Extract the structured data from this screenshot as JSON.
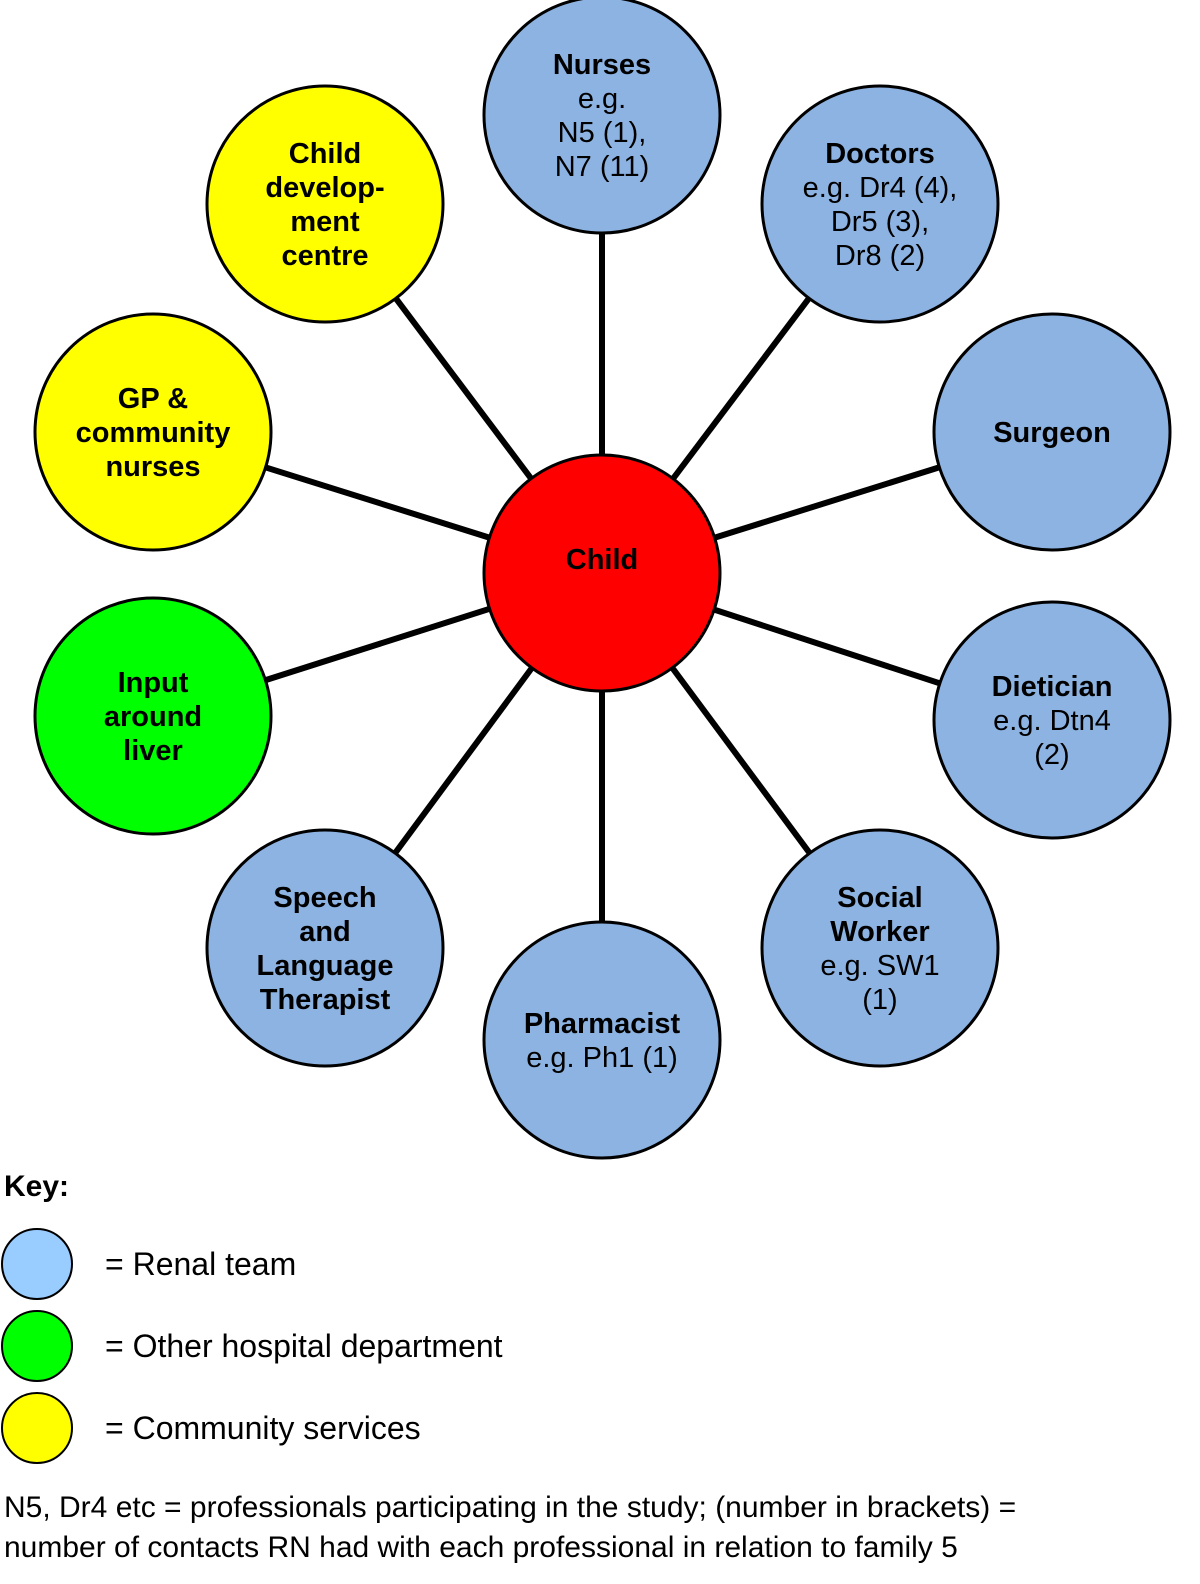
{
  "colors": {
    "renal": "#8db3e2",
    "other_hospital": "#00ff00",
    "community": "#ffff00",
    "child": "#ff0000",
    "key_renal_swatch": "#99ccff"
  },
  "center": {
    "label": "Child"
  },
  "nodes": [
    {
      "id": "nurses",
      "group": "renal",
      "lines": [
        {
          "text": "Nurses",
          "bold": true
        },
        {
          "text": "e.g.",
          "bold": false
        },
        {
          "text": "N5 (1),",
          "bold": false
        },
        {
          "text": "N7 (11)",
          "bold": false
        }
      ]
    },
    {
      "id": "doctors",
      "group": "renal",
      "lines": [
        {
          "text": "Doctors",
          "bold": true
        },
        {
          "text": "e.g. Dr4 (4),",
          "bold": false
        },
        {
          "text": "Dr5 (3),",
          "bold": false
        },
        {
          "text": "Dr8 (2)",
          "bold": false
        }
      ]
    },
    {
      "id": "surgeon",
      "group": "renal",
      "lines": [
        {
          "text": "Surgeon",
          "bold": true
        }
      ]
    },
    {
      "id": "dietician",
      "group": "renal",
      "lines": [
        {
          "text": "Dietician",
          "bold": true
        },
        {
          "text": "e.g. Dtn4",
          "bold": false
        },
        {
          "text": "(2)",
          "bold": false
        }
      ]
    },
    {
      "id": "social-worker",
      "group": "renal",
      "lines": [
        {
          "text": "Social",
          "bold": true
        },
        {
          "text": "Worker",
          "bold": true
        },
        {
          "text": "e.g. SW1",
          "bold": false
        },
        {
          "text": "(1)",
          "bold": false
        }
      ]
    },
    {
      "id": "pharmacist",
      "group": "renal",
      "lines": [
        {
          "text": "Pharmacist",
          "bold": true
        },
        {
          "text": "e.g. Ph1 (1)",
          "bold": false
        }
      ]
    },
    {
      "id": "speech-language-therapist",
      "group": "renal",
      "lines": [
        {
          "text": "Speech",
          "bold": true
        },
        {
          "text": "and",
          "bold": true
        },
        {
          "text": "Language",
          "bold": true
        },
        {
          "text": "Therapist",
          "bold": true
        }
      ]
    },
    {
      "id": "input-around-liver",
      "group": "other_hospital",
      "lines": [
        {
          "text": "Input",
          "bold": true
        },
        {
          "text": "around",
          "bold": true
        },
        {
          "text": "liver",
          "bold": true
        }
      ]
    },
    {
      "id": "gp-community-nurses",
      "group": "community",
      "lines": [
        {
          "text": "GP &",
          "bold": true
        },
        {
          "text": "community",
          "bold": true
        },
        {
          "text": "nurses",
          "bold": true
        }
      ]
    },
    {
      "id": "child-development-centre",
      "group": "community",
      "lines": [
        {
          "text": "Child",
          "bold": true
        },
        {
          "text": "develop-",
          "bold": true
        },
        {
          "text": "ment",
          "bold": true
        },
        {
          "text": "centre",
          "bold": true
        }
      ]
    }
  ],
  "key": {
    "title": "Key:",
    "items": [
      {
        "group": "key_renal_swatch",
        "label": "= Renal team"
      },
      {
        "group": "other_hospital",
        "label": "= Other hospital department"
      },
      {
        "group": "community",
        "label": "= Community services"
      }
    ]
  },
  "footnote": {
    "line1": "N5, Dr4 etc = professionals participating in the study; (number in brackets) =",
    "line2": "number of contacts RN had with each professional in relation to family 5"
  }
}
